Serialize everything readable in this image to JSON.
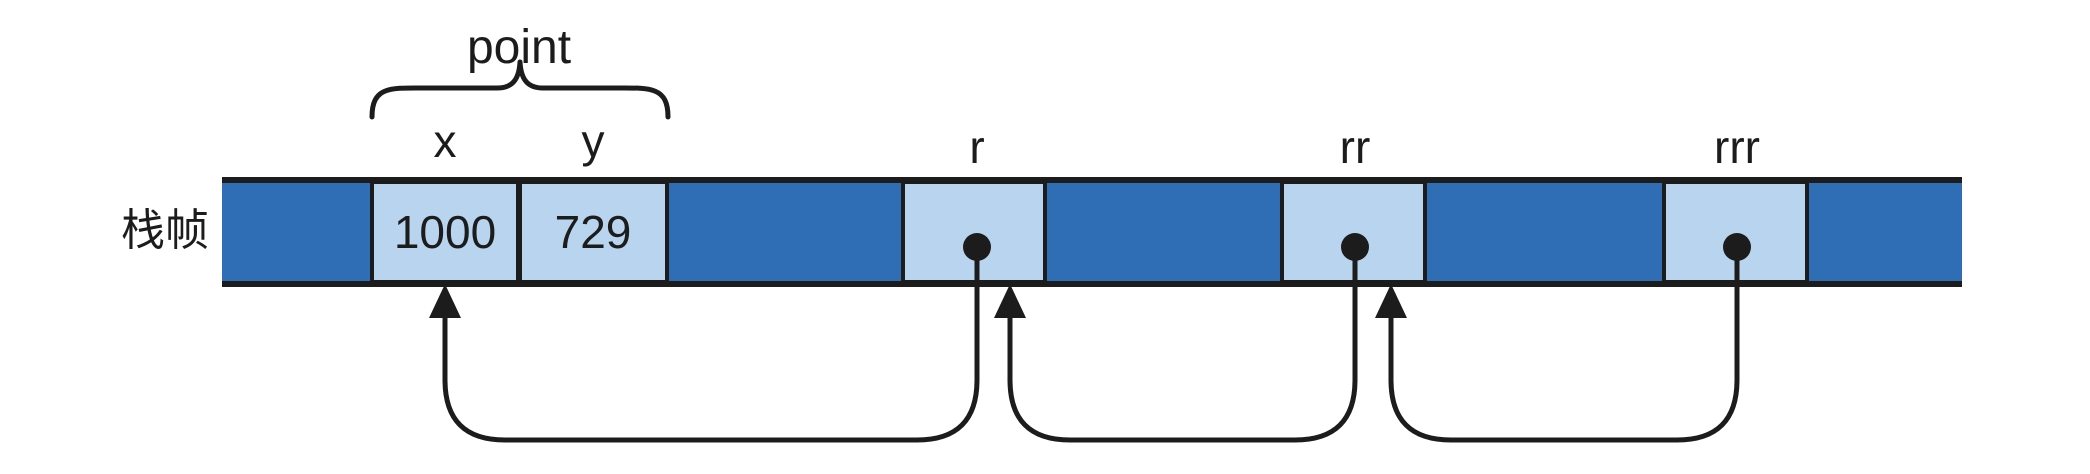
{
  "row_label": "栈帧",
  "struct_label": "point",
  "cells": {
    "x": {
      "label": "x",
      "value": "1000"
    },
    "y": {
      "label": "y",
      "value": "729"
    },
    "r": {
      "label": "r"
    },
    "rr": {
      "label": "rr"
    },
    "rrr": {
      "label": "rrr"
    }
  },
  "colors": {
    "frame": "#2f6db5",
    "cell": "#b8d4ef",
    "border": "#1c1c1c",
    "text": "#1c1c1c"
  },
  "pointers": [
    {
      "from": "r",
      "to": "x"
    },
    {
      "from": "rr",
      "to": "r"
    },
    {
      "from": "rrr",
      "to": "rr"
    }
  ]
}
